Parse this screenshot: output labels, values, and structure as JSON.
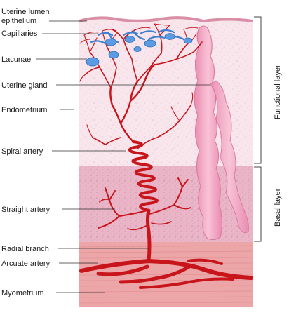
{
  "labels": {
    "uterine_lumen_epithelium_1": "Uterine lumen",
    "uterine_lumen_epithelium_2": "epithelium",
    "capillaries": "Capillaries",
    "lacunae": "Lacunae",
    "uterine_gland": "Uterine gland",
    "endometrium": "Endometrium",
    "spiral_artery": "Spiral artery",
    "straight_artery": "Straight artery",
    "radial_branch": "Radial branch",
    "arcuate_artery": "Arcuate artery",
    "myometrium": "Myometrium",
    "functional_layer": "Functional layer",
    "basal_layer": "Basal layer"
  },
  "colors": {
    "functional_tissue": "#f8e6ec",
    "basal_tissue": "#e9b5c7",
    "myometrium": "#eda6a8",
    "artery": "#c8141b",
    "gland": "#f2a4c0",
    "capillary": "#3f7fcf"
  }
}
